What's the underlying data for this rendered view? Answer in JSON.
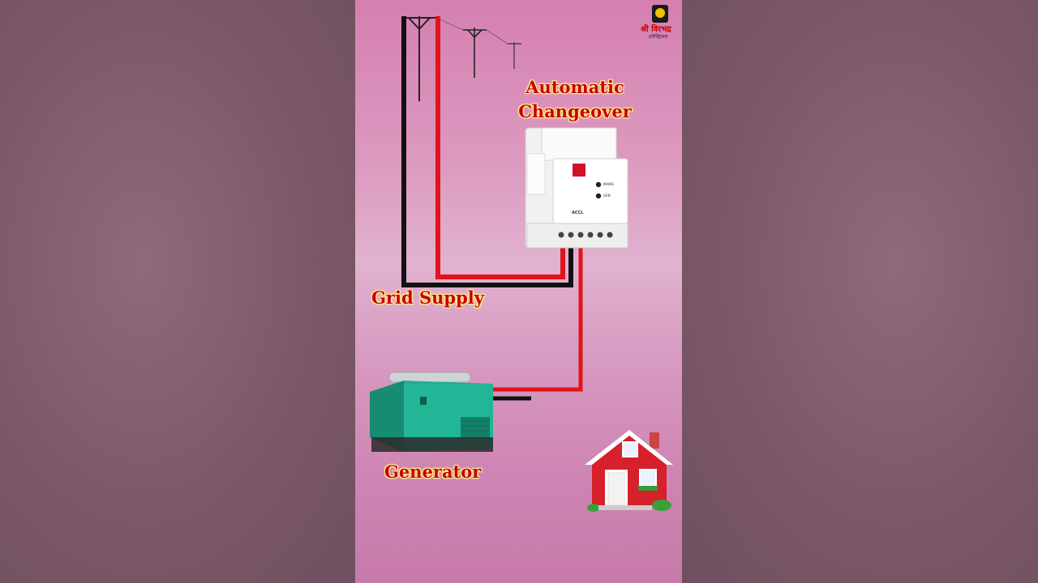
{
  "title": {
    "line1": "Automatic",
    "line2": "Changeover"
  },
  "labels": {
    "grid_supply": "Grid Supply",
    "generator": "Generator"
  },
  "logo": {
    "text": "श्री विरभद्र",
    "subtext": "इलेक्ट्रिकल"
  },
  "device": {
    "model": "ACCL",
    "indicator_1": "MAINS",
    "indicator_2": "GEN"
  },
  "colors": {
    "wire_phase": "#e0141a",
    "wire_neutral": "#111111",
    "title_text": "#c80000",
    "generator_body": "#1fae8f",
    "house_wall": "#d6202c"
  }
}
